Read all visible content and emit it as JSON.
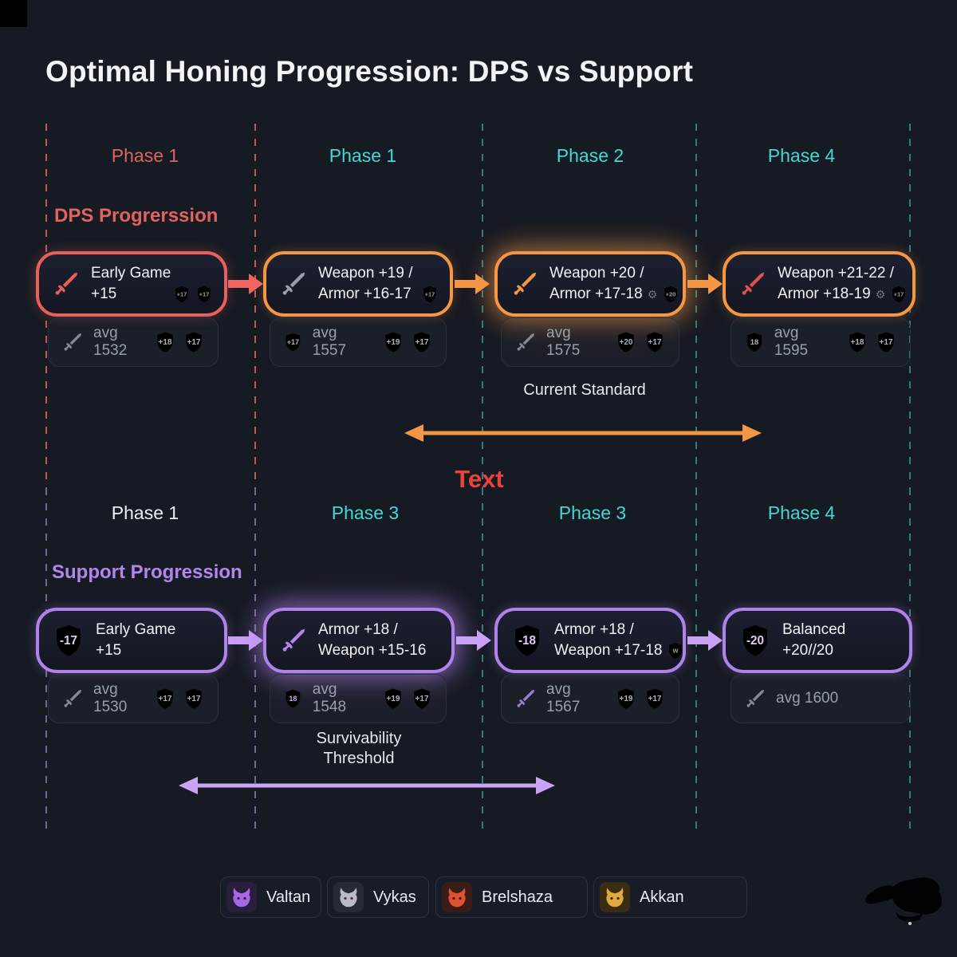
{
  "title": "Optimal Honing Progression: DPS vs Support",
  "colors": {
    "background": "#161a23",
    "salmon": "#e8605c",
    "teal": "#43d8d4",
    "orange": "#f49745",
    "purple": "#b286ec",
    "red_text": "#e8443a"
  },
  "dps": {
    "section_label": "DPS Progrerssion",
    "phases": [
      "Phase 1",
      "Phase 1",
      "Phase 2",
      "Phase 4"
    ],
    "nodes": [
      {
        "line1": "Early Game",
        "line2": "+15",
        "badges": [
          "+17",
          "+17"
        ]
      },
      {
        "line1": "Weapon +19 /",
        "line2": "Armor +16-17",
        "badges": [
          "+17"
        ]
      },
      {
        "line1": "Weapon +20 /",
        "line2": "Armor +17-18",
        "badges": [
          "+20"
        ]
      },
      {
        "line1": "Weapon +21-22 /",
        "line2": "Armor +18-19",
        "badges": [
          "+17"
        ]
      }
    ],
    "stats": [
      {
        "avg": "avg 1532",
        "badges": [
          "+18",
          "+17"
        ]
      },
      {
        "lead": "+17",
        "avg": "avg 1557",
        "badges": [
          "+19",
          "+17"
        ]
      },
      {
        "avg": "avg 1575",
        "badges": [
          "+20",
          "+17"
        ]
      },
      {
        "lead": "18",
        "avg": "avg 1595",
        "badges": [
          "+18",
          "+17"
        ]
      }
    ],
    "annotation": "Current Standard"
  },
  "mid_label": "Text",
  "support": {
    "section_label": "Support Progression",
    "phases": [
      "Phase 1",
      "Phase 3",
      "Phase 3",
      "Phase 4"
    ],
    "nodes": [
      {
        "lead": "-17",
        "line1": "Early Game",
        "line2": "+15"
      },
      {
        "line1": "Armor +18 /",
        "line2": "Weapon +15-16"
      },
      {
        "lead": "-18",
        "line1": "Armor +18 /",
        "line2": "Weapon +17-18",
        "badges": [
          "W"
        ]
      },
      {
        "lead": "-20",
        "line1": "Balanced",
        "line2": "+20//20"
      }
    ],
    "stats": [
      {
        "avg": "avg 1530",
        "badges": [
          "+17",
          "+17"
        ]
      },
      {
        "lead": "18",
        "avg": "avg 1548",
        "badges": [
          "+19",
          "+17"
        ]
      },
      {
        "avg": "avg 1567",
        "badges": [
          "+19",
          "+17"
        ]
      },
      {
        "avg": "avg 1600"
      }
    ],
    "annotation_line1": "Survivability",
    "annotation_line2": "Threshold"
  },
  "legend": [
    {
      "name": "Valtan"
    },
    {
      "name": "Vykas"
    },
    {
      "name": "Brelshaza"
    },
    {
      "name": "Akkan"
    }
  ]
}
